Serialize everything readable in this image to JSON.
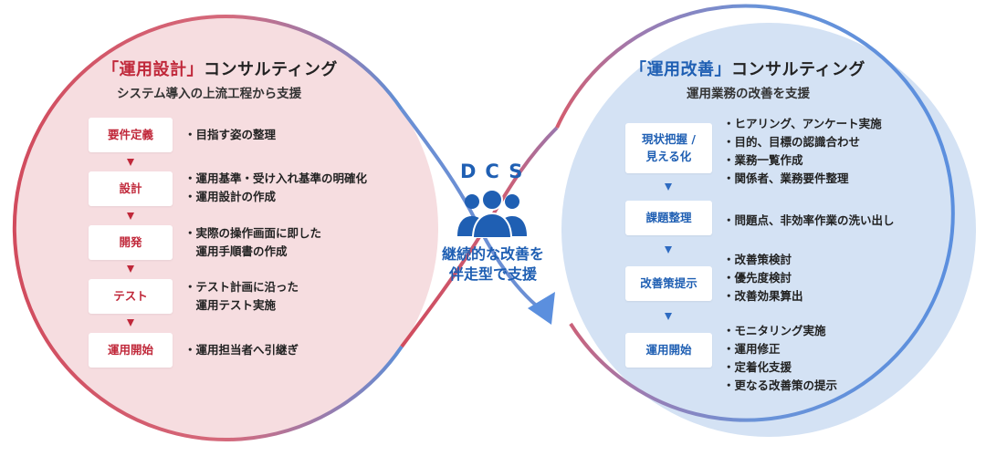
{
  "left": {
    "title_accent": "「運用設計」",
    "title_rest": "コンサルティング",
    "subtitle": "システム導入の上流工程から支援",
    "steps": [
      {
        "label": "要件定義",
        "desc": [
          "・目指す姿の整理"
        ]
      },
      {
        "label": "設計",
        "desc": [
          "・運用基準・受け入れ基準の明確化",
          "・運用設計の作成"
        ]
      },
      {
        "label": "開発",
        "desc": [
          "・実際の操作画面に即した",
          "　運用手順書の作成"
        ]
      },
      {
        "label": "テスト",
        "desc": [
          "・テスト計画に沿った",
          "　運用テスト実施"
        ]
      },
      {
        "label": "運用開始",
        "desc": [
          "・運用担当者へ引継ぎ"
        ]
      }
    ]
  },
  "right": {
    "title_accent": "「運用改善」",
    "title_rest": "コンサルティング",
    "subtitle": "運用業務の改善を支援",
    "steps": [
      {
        "label_lines": [
          "現状把握 /",
          "見える化"
        ],
        "desc": [
          "・ヒアリング、アンケート実施",
          "・目的、目標の認識合わせ",
          "・業務一覧作成",
          "・関係者、業務要件整理"
        ]
      },
      {
        "label_lines": [
          "課題整理"
        ],
        "desc": [
          "・問題点、非効率作業の洗い出し"
        ]
      },
      {
        "label_lines": [
          "改善策提示"
        ],
        "desc": [
          "・改善策検討",
          "・優先度検討",
          "・改善効果算出"
        ]
      },
      {
        "label_lines": [
          "運用開始"
        ],
        "desc": [
          "・モニタリング実施",
          "・運用修正",
          "・定着化支援",
          "・更なる改善策の提示"
        ]
      }
    ]
  },
  "center": {
    "brand": "DCS",
    "icon": "people-group-icon",
    "caption_lines": [
      "継続的な改善を",
      "伴走型で支援"
    ]
  },
  "colors": {
    "red_accent": "#c0283a",
    "blue_accent": "#1f5fb3",
    "left_fill": "#f6dde0",
    "right_fill": "#d4e2f4"
  }
}
